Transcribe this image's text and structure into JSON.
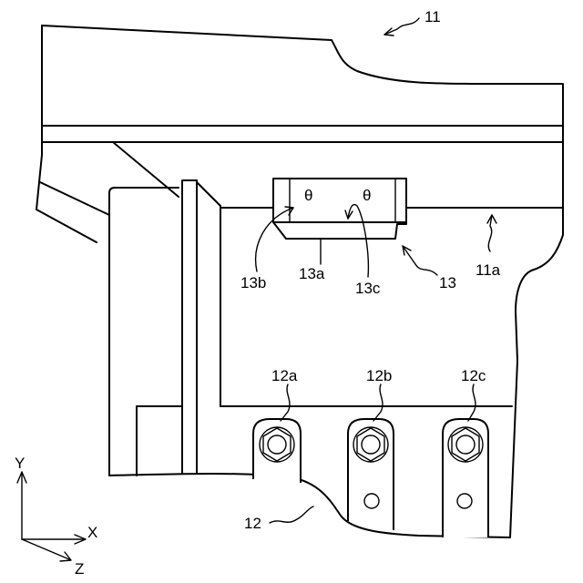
{
  "figure": {
    "labels": {
      "ref_11": "11",
      "ref_11a": "11a",
      "ref_12": "12",
      "ref_12a": "12a",
      "ref_12b": "12b",
      "ref_12c": "12c",
      "ref_13": "13",
      "ref_13a": "13a",
      "ref_13b": "13b",
      "ref_13c": "13c",
      "slot_glyph_1": "θ",
      "slot_glyph_2": "θ"
    },
    "axes": {
      "y_label": "Y",
      "x_label": "X",
      "z_label": "Z"
    }
  }
}
